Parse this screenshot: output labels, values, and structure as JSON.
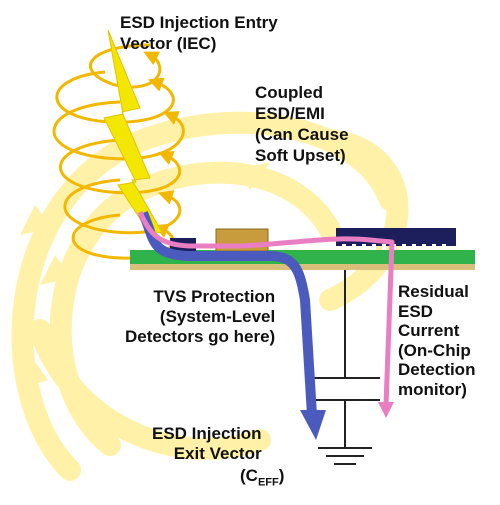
{
  "labels": {
    "entry_vector": "ESD Injection Entry\nVector (IEC)",
    "coupled": "Coupled\nESD/EMI\n(Can Cause\nSoft Upset)",
    "tvs": "TVS Protection\n(System-Level\nDetectors go here)",
    "residual": "Residual\nESD\nCurrent\n(On-Chip\nDetection\nmonitor)",
    "exit_vector": "ESD Injection\nExit Vector",
    "ceff_main": "(C",
    "ceff_sub": "EFF",
    "ceff_close": ")"
  },
  "colors": {
    "field_yellow": "#fff2a8",
    "ring_orange": "#f2b800",
    "lightning": "#f3e600",
    "board_green": "#2fb34a",
    "board_edge": "#d9c07a",
    "chip_navy": "#1c1f5c",
    "chip_gold": "#c89b3c",
    "path_blue": "#4b5bbd",
    "path_pink": "#ea7ec2",
    "wire": "#222222"
  }
}
